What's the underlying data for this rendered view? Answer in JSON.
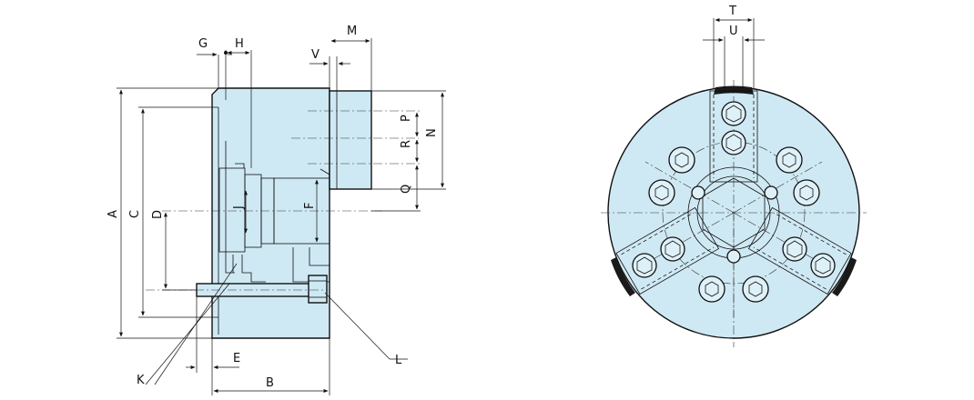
{
  "diagram": {
    "side_view_labels": {
      "A": "A",
      "B": "B",
      "C": "C",
      "D": "D",
      "E": "E",
      "F": "F",
      "G": "G",
      "H": "H",
      "J": "J",
      "K": "K",
      "L": "L",
      "M": "M",
      "N": "N",
      "P": "P",
      "Q": "Q",
      "R": "R",
      "V": "V"
    },
    "front_view_labels": {
      "T": "T",
      "U": "U"
    },
    "colors": {
      "body_fill": "#cfe9f4",
      "outline": "#111111",
      "jaw_cap": "#1a1a1a"
    }
  }
}
